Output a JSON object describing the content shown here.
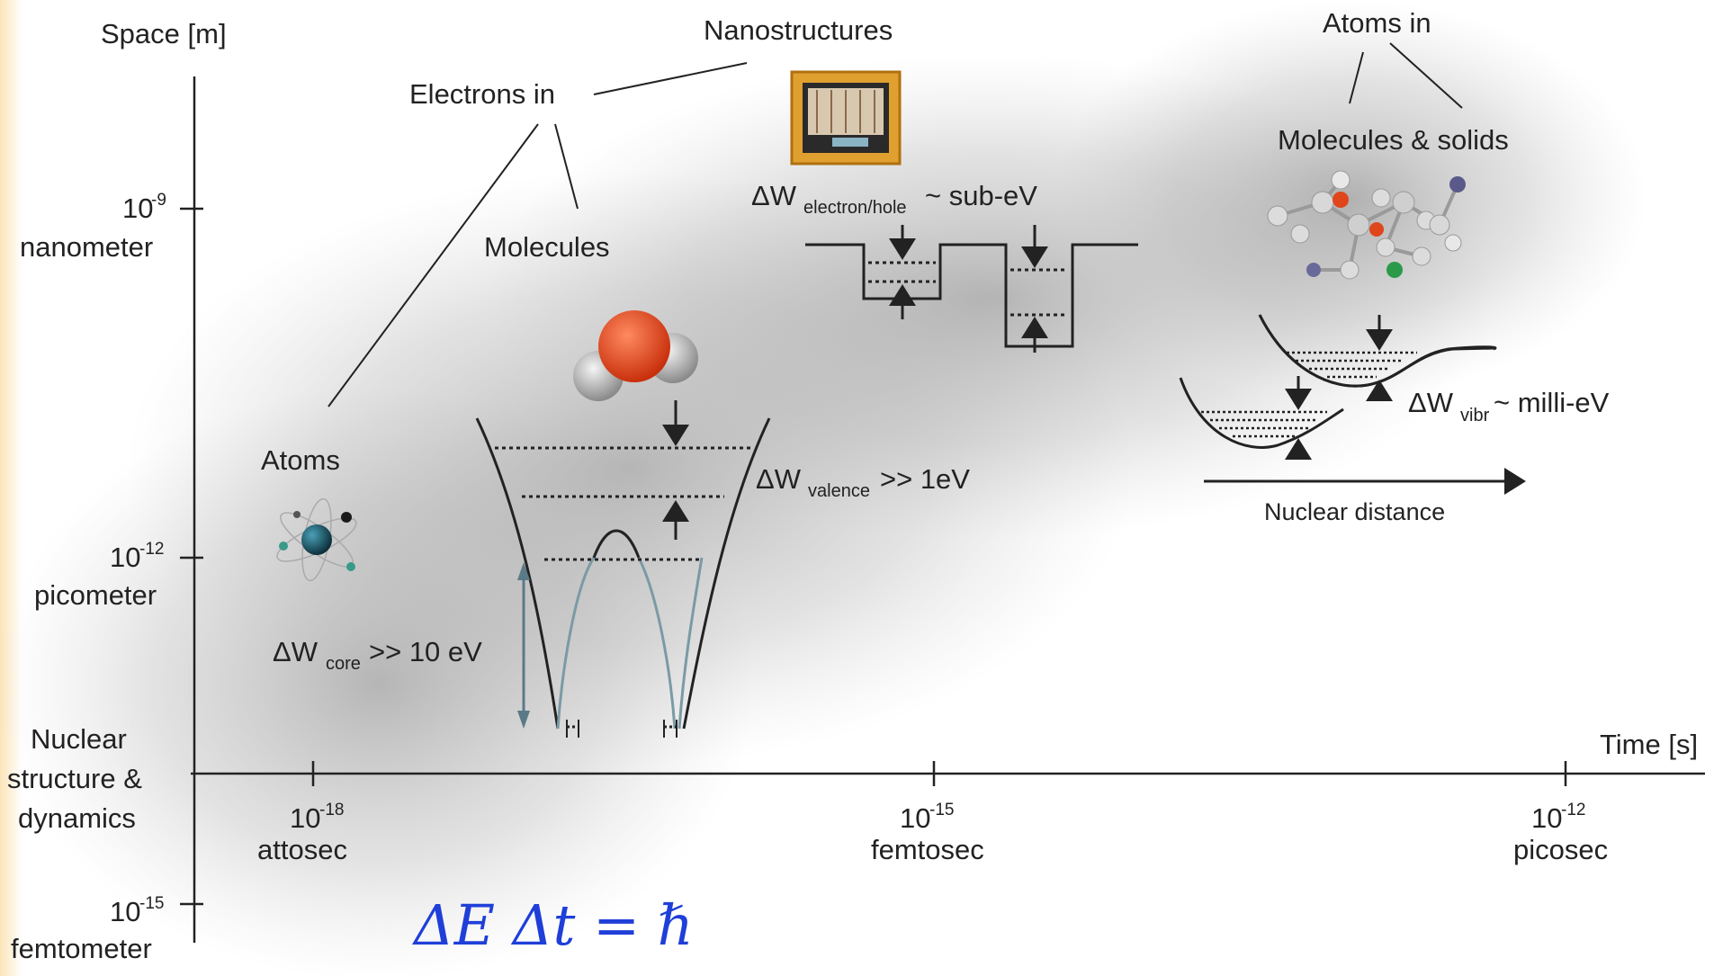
{
  "axes": {
    "y_title": "Space [m]",
    "x_title": "Time [s]",
    "y_ticks": [
      {
        "exp": "10",
        "sup": "-9",
        "unit": "nanometer"
      },
      {
        "exp": "10",
        "sup": "-12",
        "unit": "picometer"
      },
      {
        "exp": "10",
        "sup": "-15",
        "unit": "femtometer"
      }
    ],
    "x_ticks": [
      {
        "exp": "10",
        "sup": "-18",
        "unit": "attosec"
      },
      {
        "exp": "10",
        "sup": "-15",
        "unit": "femtosec"
      },
      {
        "exp": "10",
        "sup": "-12",
        "unit": "picosec"
      }
    ],
    "nuclear_label": [
      "Nuclear",
      "structure &",
      "dynamics"
    ]
  },
  "labels": {
    "electrons_in": "Electrons in",
    "nanostructures": "Nanostructures",
    "molecules": "Molecules",
    "atoms": "Atoms",
    "atoms_in": "Atoms in",
    "molecules_solids": "Molecules & solids",
    "nuclear_distance": "Nuclear distance"
  },
  "energies": {
    "core": {
      "main": "ΔW",
      "sub": "core",
      "rest": ">> 10 eV"
    },
    "valence": {
      "main": "ΔW",
      "sub": "valence",
      "rest": ">> 1eV"
    },
    "electron_hole": {
      "main": "ΔW",
      "sub": "electron/hole",
      "rest": " ~ sub-eV"
    },
    "vibr": {
      "main": "ΔW",
      "sub": "vibr",
      "rest": " ~ milli-eV"
    }
  },
  "equation": "ΔE Δt =  ℏ",
  "colors": {
    "equation": "#1f3fd8",
    "axis": "#222222",
    "core_levels": "#7a9aa6",
    "oxygen": "#e24a1c",
    "hydrogen": "#c8c8c8",
    "chip": "#e0a030",
    "background_left": "#fbe9c8"
  },
  "icons": [
    "atom-icon",
    "water-molecule-icon",
    "nanochip-icon",
    "large-molecule-icon"
  ]
}
